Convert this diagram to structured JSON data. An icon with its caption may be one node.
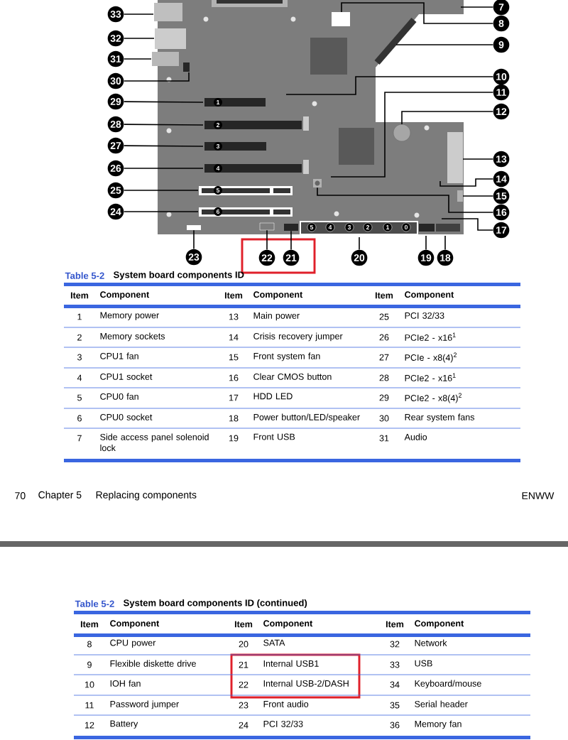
{
  "diagram": {
    "nodes": [
      {
        "text": [
          "7"
        ]
      },
      {
        "text": [
          "8"
        ]
      },
      {
        "text": [
          "9"
        ]
      },
      {
        "text": [
          "10"
        ]
      },
      {
        "text": [
          "11"
        ]
      },
      {
        "text": [
          "12"
        ]
      },
      {
        "text": [
          "13"
        ]
      },
      {
        "text": [
          "14"
        ]
      },
      {
        "text": [
          "15"
        ]
      },
      {
        "text": [
          "16"
        ]
      },
      {
        "text": [
          "17"
        ]
      },
      {
        "text": [
          "18"
        ]
      },
      {
        "text": [
          "19"
        ]
      },
      {
        "text": [
          "20"
        ]
      },
      {
        "text": [
          "21"
        ]
      },
      {
        "text": [
          "22"
        ]
      },
      {
        "text": [
          "23"
        ]
      },
      {
        "text": [
          "24"
        ]
      },
      {
        "text": [
          "25"
        ]
      },
      {
        "text": [
          "26"
        ]
      },
      {
        "text": [
          "27"
        ]
      },
      {
        "text": [
          "28"
        ]
      },
      {
        "text": [
          "29"
        ]
      },
      {
        "text": [
          "30"
        ]
      },
      {
        "text": [
          "31"
        ]
      },
      {
        "text": [
          "32"
        ]
      },
      {
        "text": [
          "33"
        ]
      },
      {
        "text": [],
        "shape": "box"
      },
      {
        "text": [],
        "shape": "box"
      },
      {
        "text": [],
        "shape": "box"
      },
      {
        "text": [],
        "shape": "box"
      }
    ],
    "edges": [
      {
        "from": 0,
        "to": null,
        "arrow": "none"
      },
      {
        "from": 1,
        "to": null,
        "arrow": "none"
      },
      {
        "from": 2,
        "to": null,
        "arrow": "none"
      },
      {
        "from": 3,
        "to": null,
        "arrow": "none"
      },
      {
        "from": 4,
        "to": null,
        "arrow": "none"
      },
      {
        "from": 5,
        "to": null,
        "arrow": "none"
      },
      {
        "from": 6,
        "to": null,
        "arrow": "none"
      },
      {
        "from": 7,
        "to": null,
        "arrow": "none"
      },
      {
        "from": 8,
        "to": null,
        "arrow": "none"
      },
      {
        "from": 9,
        "to": 27,
        "arrow": "none"
      },
      {
        "from": 10,
        "to": null,
        "arrow": "none"
      },
      {
        "from": 11,
        "to": null,
        "arrow": "none"
      },
      {
        "from": 12,
        "to": null,
        "arrow": "none"
      },
      {
        "from": 13,
        "to": null,
        "arrow": "none"
      },
      {
        "from": 14,
        "to": 28,
        "arrow": "none"
      },
      {
        "from": 15,
        "to": 29,
        "arrow": "none"
      },
      {
        "from": 16,
        "to": 30,
        "arrow": "none"
      },
      {
        "from": 17,
        "to": null,
        "arrow": "none"
      },
      {
        "from": 18,
        "to": null,
        "arrow": "none"
      },
      {
        "from": 19,
        "to": null,
        "arrow": "none"
      },
      {
        "from": 20,
        "to": null,
        "arrow": "none"
      },
      {
        "from": 21,
        "to": null,
        "arrow": "none"
      },
      {
        "from": 22,
        "to": null,
        "arrow": "none"
      },
      {
        "from": 23,
        "to": null,
        "arrow": "none"
      },
      {
        "from": 24,
        "to": null,
        "arrow": "none"
      },
      {
        "from": 25,
        "to": null,
        "arrow": "none"
      },
      {
        "from": 26,
        "to": null,
        "arrow": "none"
      }
    ],
    "labels": [
      "1",
      "2",
      "3",
      "4",
      "5",
      "6",
      "5",
      "4",
      "3",
      "2",
      "1",
      "0",
      "Table 5-2",
      "System board components ID",
      "Item",
      "Component",
      "Item",
      "Component",
      "Item",
      "Component",
      "1",
      "Memory power",
      "13",
      "Main power",
      "25",
      "PCI 32/33",
      "2",
      "Memory sockets",
      "14",
      "Crisis recovery jumper",
      "26",
      "PCIe2 - x16$^{1}$",
      "3",
      "CPU1 fan",
      "15",
      "Front system fan",
      "27",
      "PCIe - x8(4)$^{2}$",
      "4",
      "CPU1 socket",
      "16",
      "Clear CMOS button",
      "28",
      "PCIe2 - x16$^{1}$",
      "5",
      "CPU0 fan",
      "17",
      "HDD LED",
      "29",
      "PCIe2 - x8(4)$^{2}$",
      "6",
      "CPU0 socket",
      "18",
      "Power button/LED/speaker",
      "30",
      "Rear system fans",
      "7",
      "Side access panel solenoid lock",
      "19",
      "Front USB",
      "31",
      "Audio",
      "70",
      "Chapter 5",
      "Replacing components",
      "ENWW",
      "Table 5-2",
      "System board components ID (continued)",
      "Item",
      "Component",
      "Item",
      "Component",
      "Item",
      "Component",
      "8",
      "CPU power",
      "20",
      "SATA",
      "32",
      "Network",
      "9",
      "Flexible diskette drive",
      "21",
      "Internal USB1",
      "33",
      "USB",
      "10",
      "IOH fan",
      "22",
      "Internal USB-2/DASH",
      "34",
      "Keyboard/mouse",
      "11",
      "Password jumper",
      "23",
      "Front audio",
      "35",
      "Serial header",
      "12",
      "Battery",
      "24",
      "PCI 32/33",
      "36",
      "Memory fan"
    ]
  }
}
